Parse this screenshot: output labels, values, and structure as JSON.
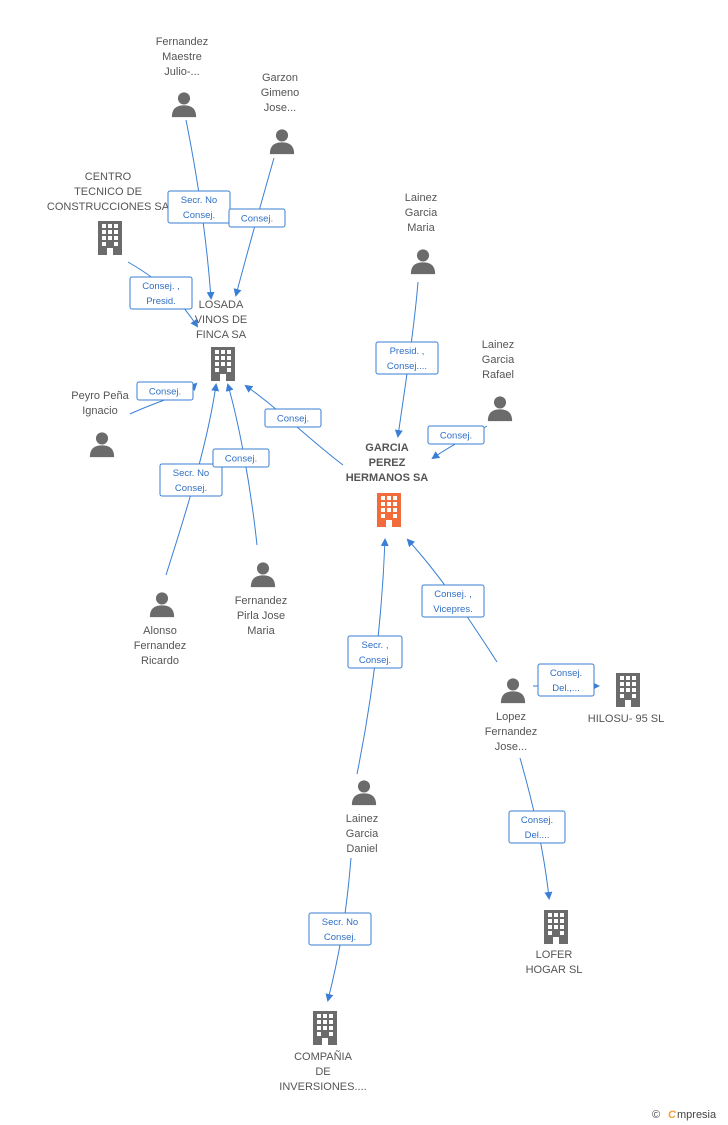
{
  "nodes": {
    "fernandez_maestre": {
      "type": "person",
      "label": [
        "Fernandez",
        "Maestre",
        "Julio-..."
      ]
    },
    "garzon_gimeno": {
      "type": "person",
      "label": [
        "Garzon",
        "Gimeno",
        "Jose..."
      ]
    },
    "centro_tecnico": {
      "type": "company",
      "label": [
        "CENTRO",
        "TECNICO DE",
        "CONSTRUCCIONES SA"
      ]
    },
    "losada_vinos": {
      "type": "company",
      "label": [
        "LOSADA",
        "VINOS DE",
        "FINCA SA"
      ]
    },
    "peyro_pena": {
      "type": "person",
      "label": [
        "Peyro Peña",
        "Ignacio"
      ]
    },
    "alonso_fernandez": {
      "type": "person",
      "label": [
        "Alonso",
        "Fernandez",
        "Ricardo"
      ]
    },
    "fernandez_pirla": {
      "type": "person",
      "label": [
        "Fernandez",
        "Pirla Jose",
        "Maria"
      ]
    },
    "lainez_maria": {
      "type": "person",
      "label": [
        "Lainez",
        "Garcia",
        "Maria"
      ]
    },
    "lainez_rafael": {
      "type": "person",
      "label": [
        "Lainez",
        "Garcia",
        "Rafael"
      ]
    },
    "garcia_perez": {
      "type": "company-main",
      "label": [
        "GARCIA",
        "PEREZ",
        "HERMANOS SA"
      ]
    },
    "lopez_fernandez": {
      "type": "person",
      "label": [
        "Lopez",
        "Fernandez",
        "Jose..."
      ]
    },
    "hilosu": {
      "type": "company",
      "label": [
        "HILOSU- 95 SL"
      ]
    },
    "lainez_daniel": {
      "type": "person",
      "label": [
        "Lainez",
        "Garcia",
        "Daniel"
      ]
    },
    "lofer_hogar": {
      "type": "company",
      "label": [
        "LOFER",
        "HOGAR SL"
      ]
    },
    "compania_inversiones": {
      "type": "company",
      "label": [
        "COMPAÑIA",
        "DE",
        "INVERSIONES...."
      ]
    }
  },
  "edges": [
    {
      "id": "e1",
      "label": [
        "Secr.  No",
        "Consej."
      ]
    },
    {
      "id": "e2",
      "label": [
        "Consej."
      ]
    },
    {
      "id": "e3",
      "label": [
        "Consej. ,",
        "Presid."
      ]
    },
    {
      "id": "e4",
      "label": [
        "Consej."
      ]
    },
    {
      "id": "e5",
      "label": [
        "Consej."
      ]
    },
    {
      "id": "e6",
      "label": [
        "Secr.  No",
        "Consej."
      ]
    },
    {
      "id": "e7",
      "label": [
        "Consej."
      ]
    },
    {
      "id": "e8",
      "label": [
        "Presid. ,",
        "Consej...."
      ]
    },
    {
      "id": "e9",
      "label": [
        "Consej."
      ]
    },
    {
      "id": "e10",
      "label": [
        "Consej. ,",
        "Vicepres."
      ]
    },
    {
      "id": "e11",
      "label": [
        "Consej.",
        "Del.,..."
      ]
    },
    {
      "id": "e12",
      "label": [
        "Secr. ,",
        "Consej."
      ]
    },
    {
      "id": "e13",
      "label": [
        "Consej.",
        "Del...."
      ]
    },
    {
      "id": "e14",
      "label": [
        "Secr.  No",
        "Consej."
      ]
    }
  ],
  "brand": {
    "symbol": "©",
    "initial": "C",
    "rest": "mpresia"
  },
  "colors": {
    "edge": "#3a7fd5",
    "icon": "#6b6b6b",
    "main_company": "#f26b3a"
  }
}
